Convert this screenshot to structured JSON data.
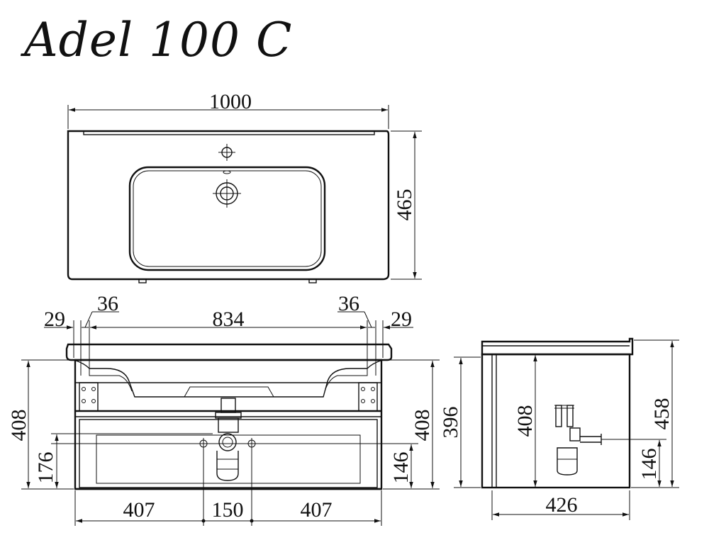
{
  "title": "Adel 100 C",
  "dimensions": {
    "top_width": "1000",
    "top_depth": "465",
    "front_left_edge": "29",
    "front_left_inner": "36",
    "front_inner_width": "834",
    "front_right_inner": "36",
    "front_right_edge": "29",
    "front_left_height": "408",
    "front_left_drain_height": "176",
    "front_right_height": "408",
    "front_right_drain_height": "146",
    "front_bottom_left": "407",
    "front_bottom_center": "150",
    "front_bottom_right": "407",
    "side_body_height": "396",
    "side_inner_height": "408",
    "side_total_height": "458",
    "side_drain_height": "146",
    "side_depth": "426"
  }
}
